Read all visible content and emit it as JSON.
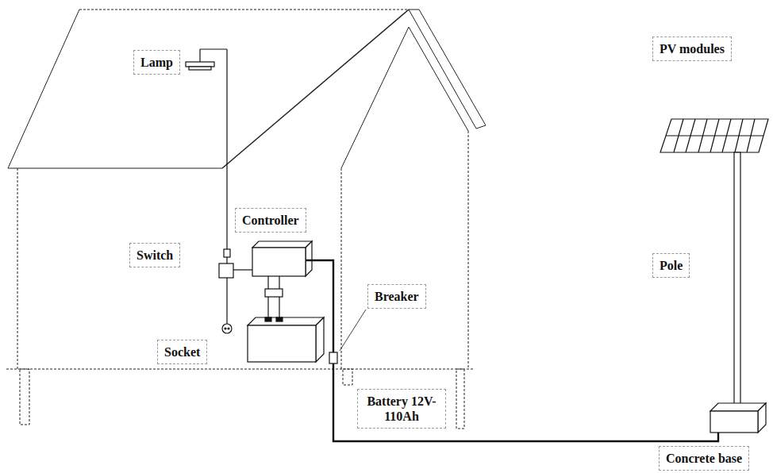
{
  "diagram": {
    "nodes": [
      {
        "text": [
          "Lamp"
        ]
      },
      {
        "text": [
          "PV modules"
        ]
      },
      {
        "text": [
          "Controller"
        ]
      },
      {
        "text": [
          "Switch"
        ]
      },
      {
        "text": [
          "Pole"
        ]
      },
      {
        "text": [
          "Breaker"
        ]
      },
      {
        "text": [
          "Socket"
        ]
      },
      {
        "text": [
          "Battery 12V-110Ah"
        ]
      },
      {
        "text": [
          "Concrete base"
        ]
      }
    ]
  }
}
